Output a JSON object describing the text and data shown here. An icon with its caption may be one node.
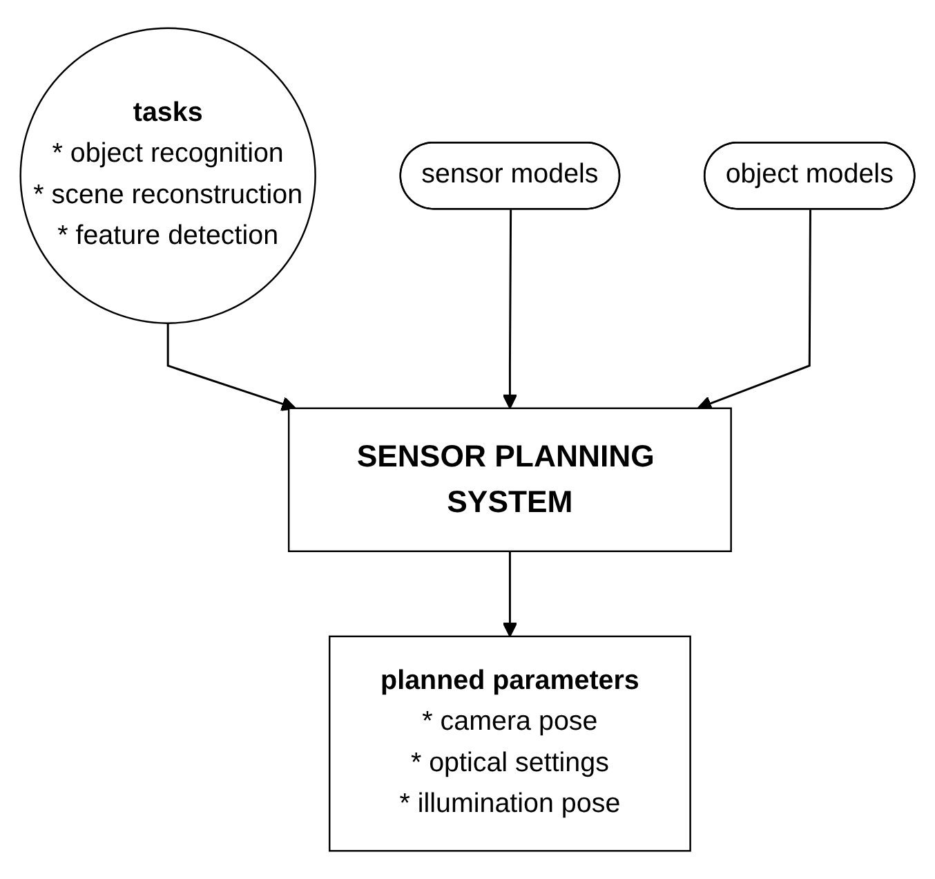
{
  "diagram": {
    "nodes": [
      {
        "text": [
          "tasks",
          "* object recognition",
          "* scene reconstruction",
          "* feature detection"
        ]
      },
      {
        "text": [
          "sensor models"
        ]
      },
      {
        "text": [
          "SENSOR PLANNING SYSTEM"
        ]
      },
      {
        "text": [
          "object models"
        ]
      },
      {
        "text": [
          "planned parameters",
          "* camera pose",
          "* optical settings",
          "* illumination pose"
        ]
      }
    ],
    "edges": [
      {
        "from": 0,
        "to": 2,
        "arrow": "to"
      },
      {
        "from": 1,
        "to": 2,
        "arrow": "to"
      },
      {
        "from": 3,
        "to": 2,
        "arrow": "to"
      },
      {
        "from": 2,
        "to": 4,
        "arrow": "to"
      }
    ]
  }
}
